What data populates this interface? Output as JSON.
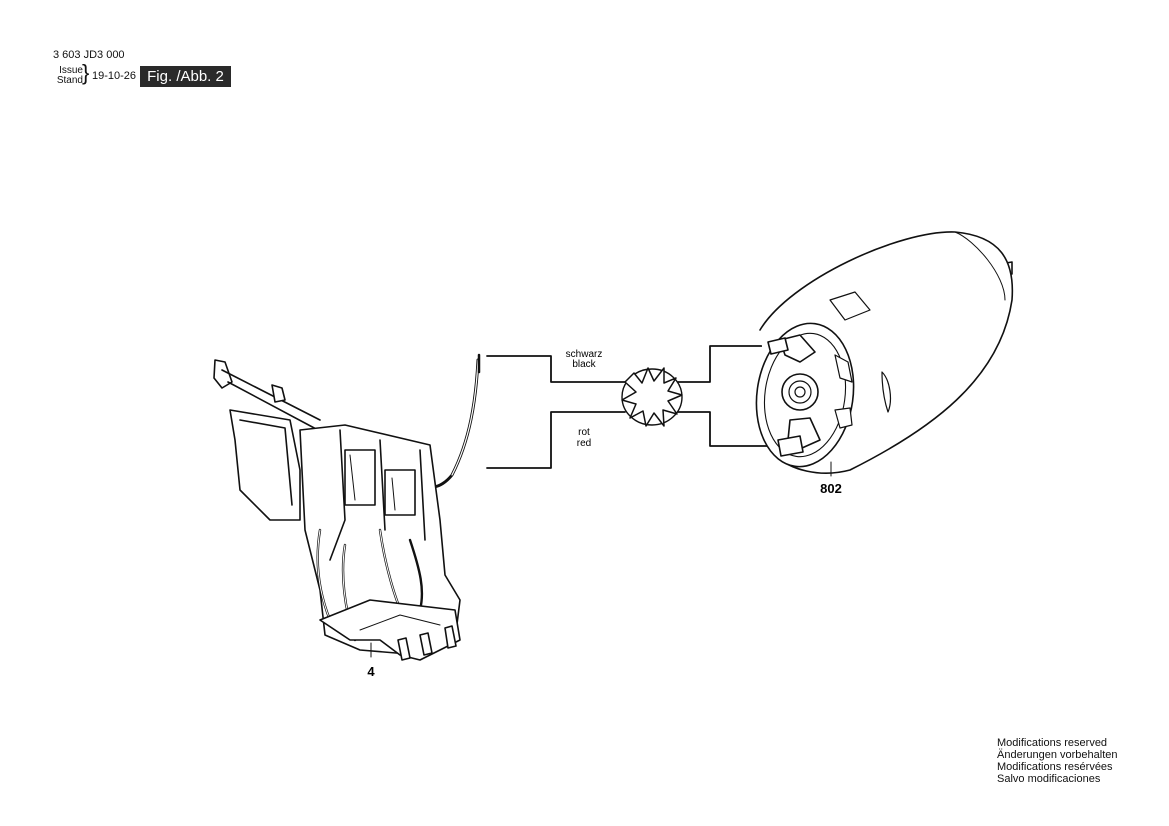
{
  "header": {
    "doc_number": "3 603 JD3 000",
    "issue_label": "Issue",
    "stand_label": "Stand",
    "date": "19-10-26",
    "figure_label": "Fig. /Abb. 2"
  },
  "wires": {
    "top_label_de": "schwarz",
    "top_label_en": "black",
    "bottom_label_de": "rot",
    "bottom_label_en": "red"
  },
  "parts": {
    "switch_number": "4",
    "motor_number": "802"
  },
  "footer": {
    "line1": "Modifications reserved",
    "line2": "Änderungen vorbehalten",
    "line3": "Modifications resérvées",
    "line4": "Salvo modificaciones"
  }
}
